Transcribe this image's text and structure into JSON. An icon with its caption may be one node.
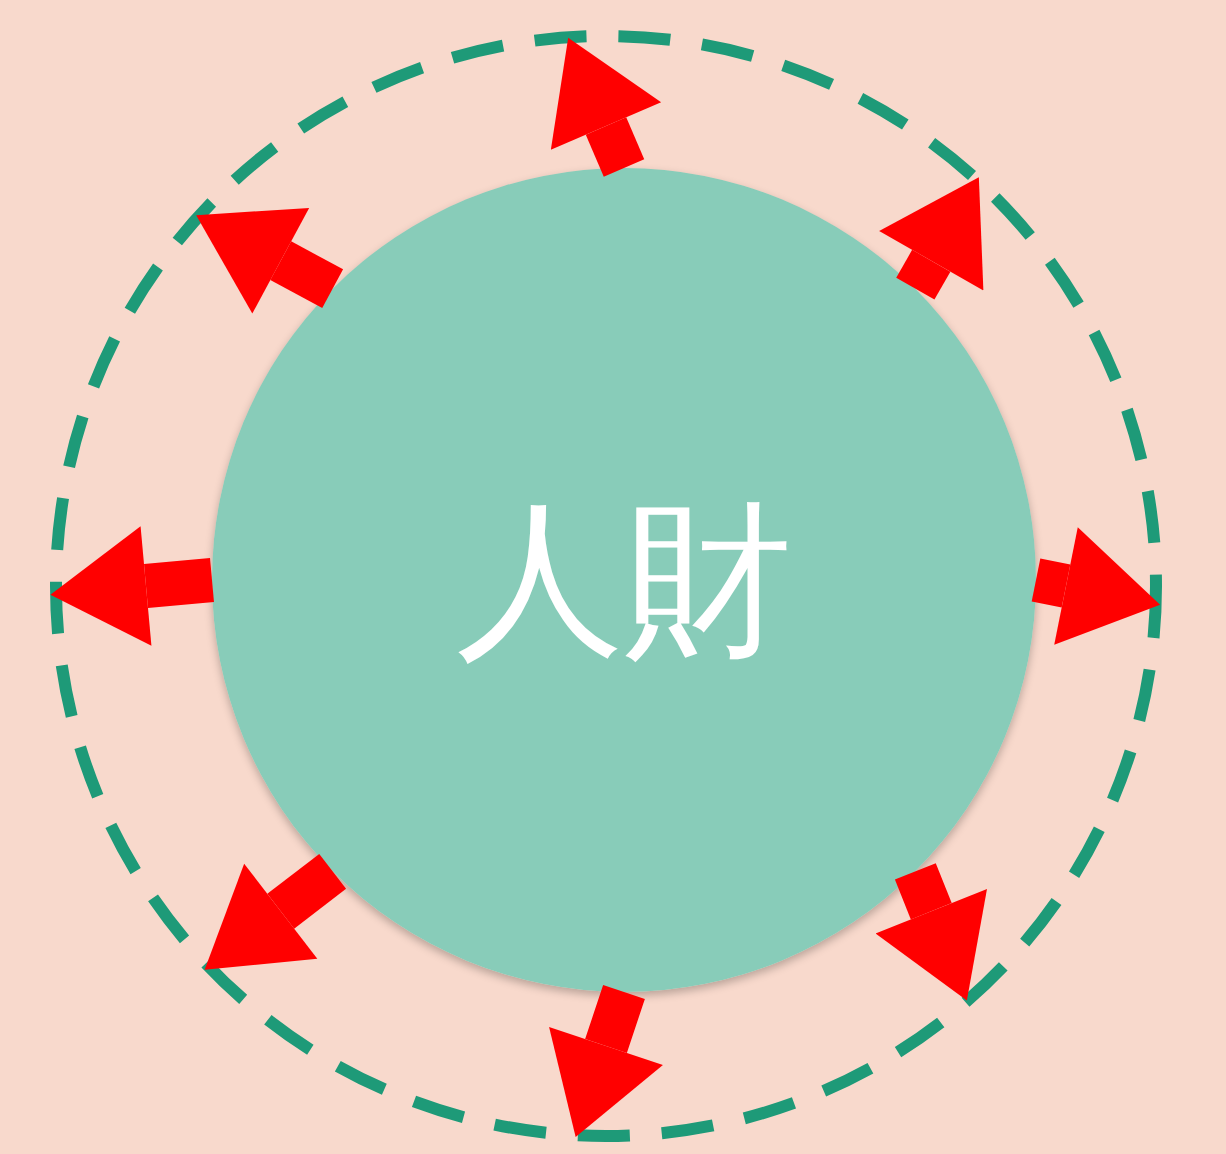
{
  "diagram": {
    "nodes": [
      {
        "text": [],
        "shape": "circle"
      },
      {
        "text": [
          "人財"
        ],
        "in": 0
      }
    ],
    "edges": [
      {
        "from": 1,
        "to": 0,
        "arrow": "to"
      },
      {
        "from": 1,
        "to": 0,
        "arrow": "to"
      },
      {
        "from": 1,
        "to": 0,
        "arrow": "to"
      },
      {
        "from": 1,
        "to": 0,
        "arrow": "to"
      },
      {
        "from": 1,
        "to": 0,
        "arrow": "to"
      },
      {
        "from": 1,
        "to": 0,
        "arrow": "to"
      },
      {
        "from": 1,
        "to": 0,
        "arrow": "to"
      },
      {
        "from": 1,
        "to": 0,
        "arrow": "to"
      }
    ]
  }
}
